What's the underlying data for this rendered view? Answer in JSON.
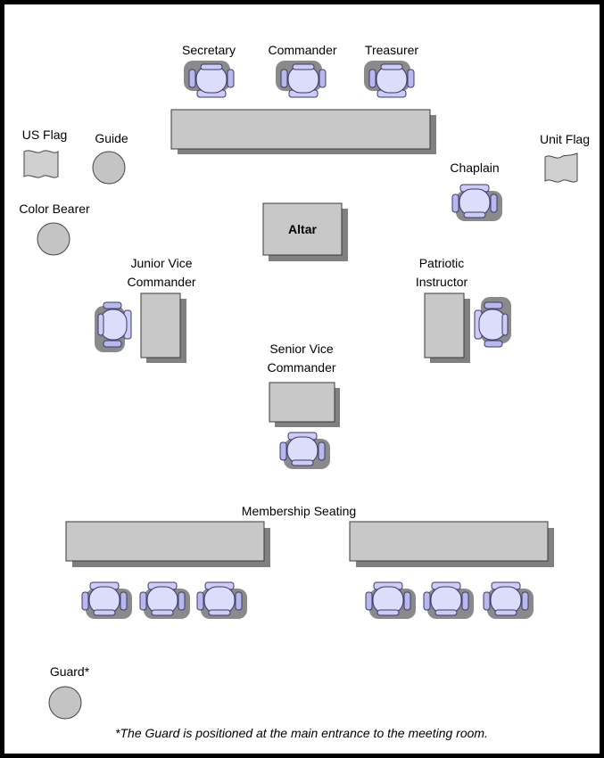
{
  "labels": {
    "secretary": "Secretary",
    "commander": "Commander",
    "treasurer": "Treasurer",
    "us_flag": "US Flag",
    "guide": "Guide",
    "unit_flag": "Unit Flag",
    "chaplain": "Chaplain",
    "color_bearer": "Color Bearer",
    "altar": "Altar",
    "junior_vice_commander": [
      "Junior Vice",
      "Commander"
    ],
    "patriotic_instructor": [
      "Patriotic",
      "Instructor"
    ],
    "senior_vice_commander": [
      "Senior Vice",
      "Commander"
    ],
    "membership_seating": "Membership Seating",
    "guard": "Guard*"
  },
  "footnote": "*The Guard is positioned at the main entrance to the meeting room.",
  "colors": {
    "table_fill": "#c8c8c8",
    "chair_fill": "#ccccf4",
    "shadow": "#808080",
    "border": "#000000"
  }
}
